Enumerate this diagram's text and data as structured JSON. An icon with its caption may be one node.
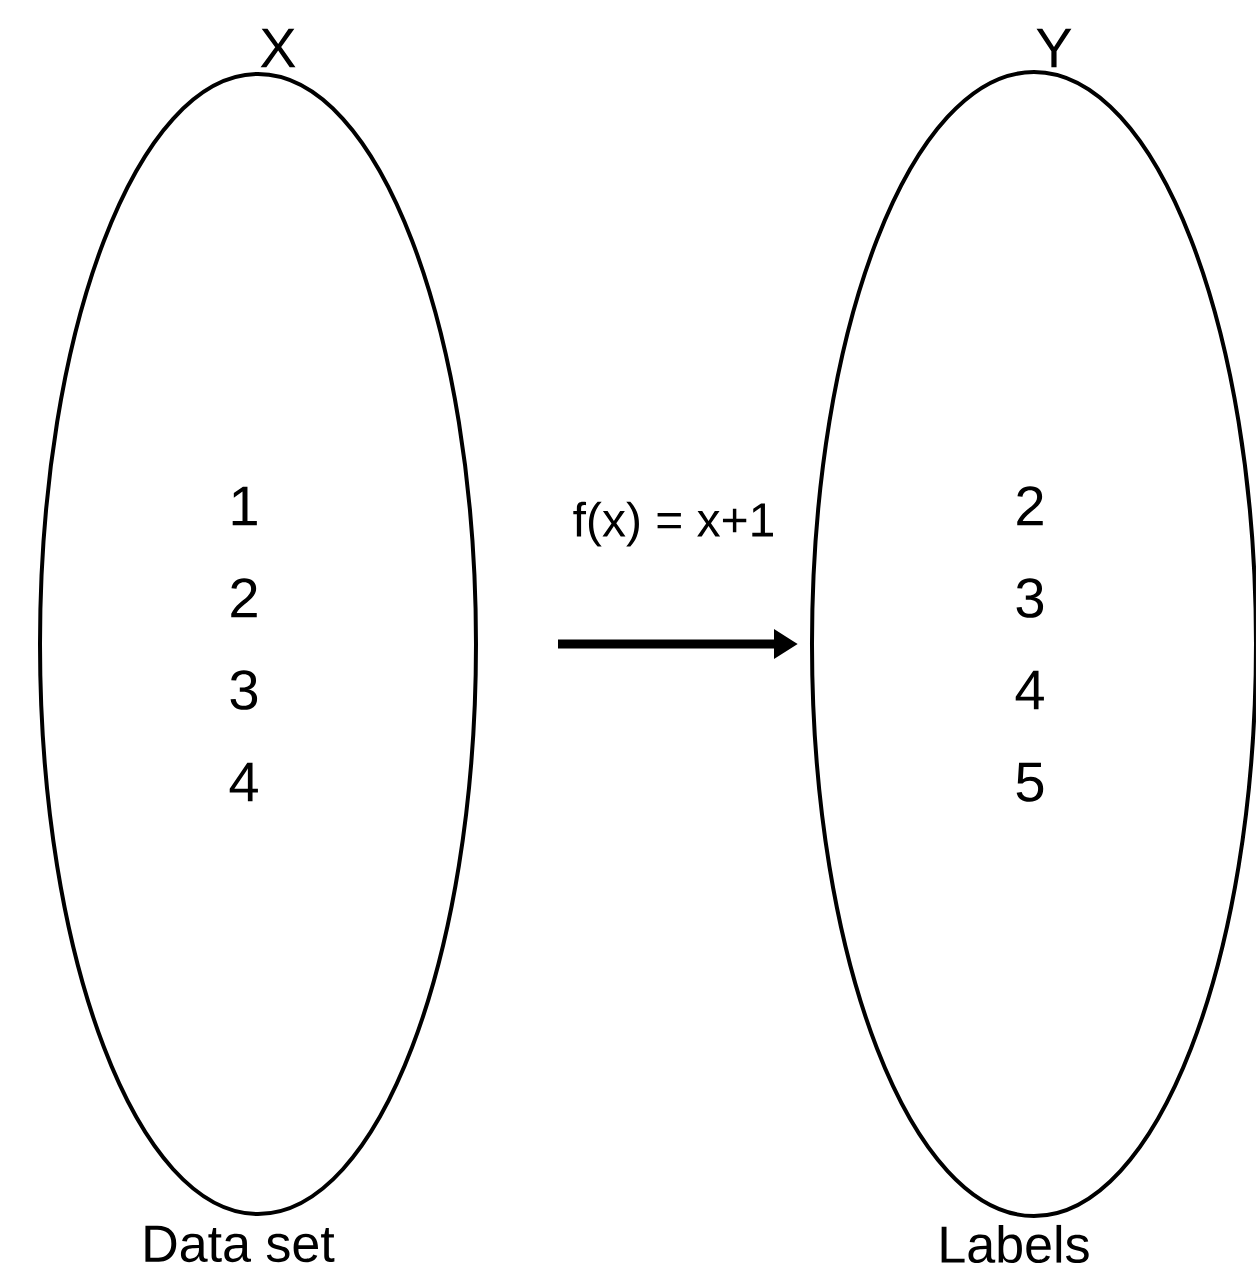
{
  "diagram": {
    "nodes": [
      {
        "text": [
          "X",
          "1 2 3 4"
        ],
        "beside": [
          "Data set"
        ]
      },
      {
        "text": [
          "Y",
          "2 3 4 5"
        ],
        "beside": [
          "Labels"
        ]
      }
    ],
    "edges": [
      {
        "from": 0,
        "to": 1,
        "arrow": "to",
        "label": "f(x) = x+1"
      }
    ]
  }
}
